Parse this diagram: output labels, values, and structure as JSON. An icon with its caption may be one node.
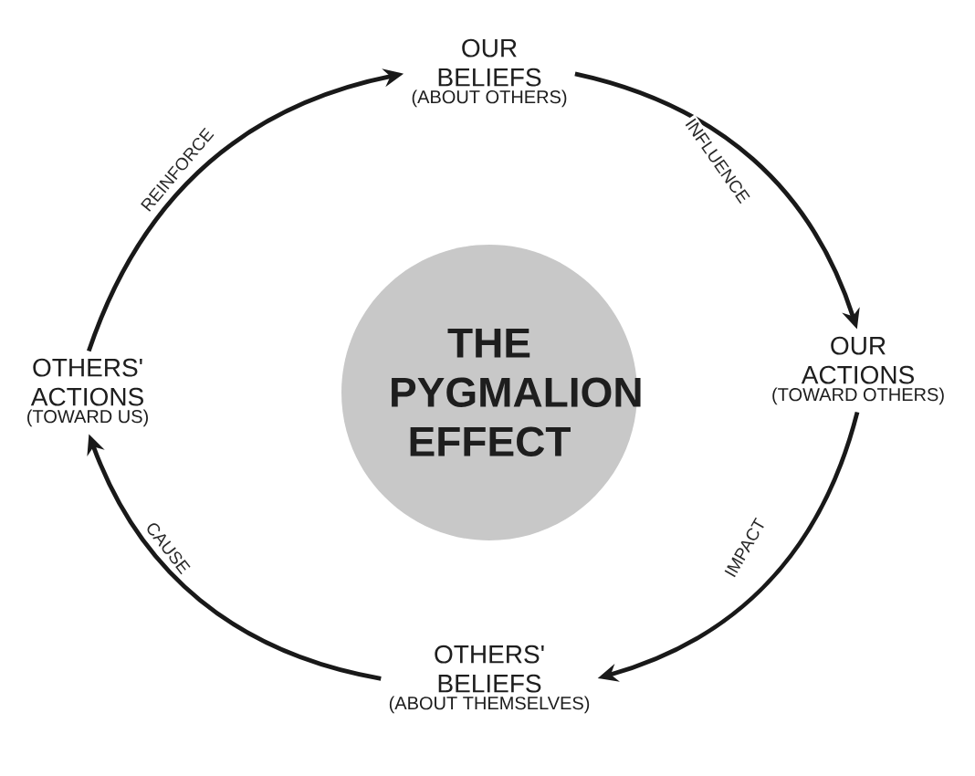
{
  "diagram": {
    "nodes": [
      {
        "text": [
          "THE PYGMALION EFFECT"
        ]
      },
      {
        "text": [
          "OUR BELIEFS",
          "(ABOUT OTHERS)"
        ]
      },
      {
        "text": [
          "OUR ACTIONS",
          "(TOWARD OTHERS)"
        ]
      },
      {
        "text": [
          "OTHERS' BELIEFS",
          "(ABOUT THEMSELVES)"
        ]
      },
      {
        "text": [
          "OTHERS' ACTIONS",
          "(TOWARD US)"
        ]
      }
    ],
    "edges": [
      {
        "from": 1,
        "to": 2,
        "arrow": "to",
        "label": "INFLUENCE"
      },
      {
        "from": 2,
        "to": 3,
        "arrow": "to",
        "label": "IMPACT"
      },
      {
        "from": 3,
        "to": 4,
        "arrow": "to",
        "label": "CAUSE"
      },
      {
        "from": 4,
        "to": 1,
        "arrow": "to",
        "label": "REINFORCE"
      }
    ]
  }
}
